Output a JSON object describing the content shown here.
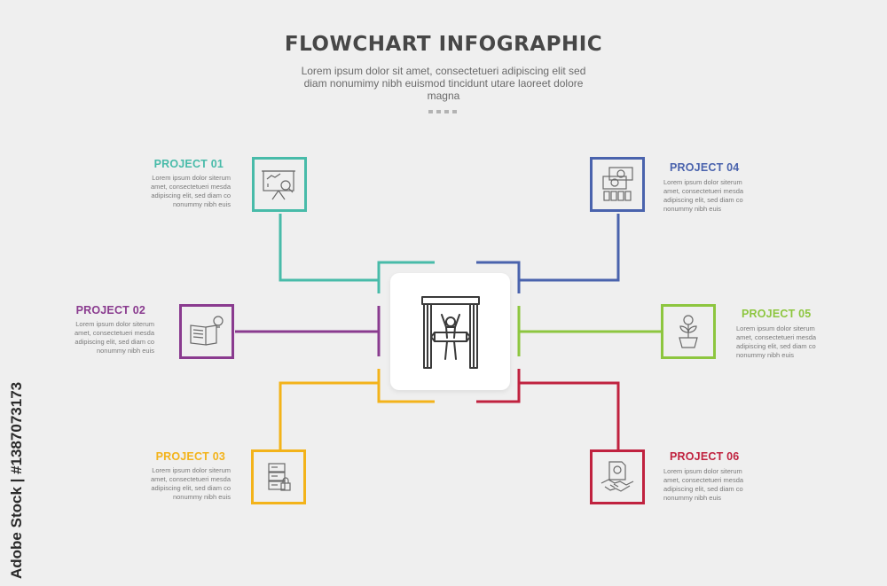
{
  "header": {
    "title": "FLOWCHART INFOGRAPHIC",
    "subtitle": "Lorem ipsum dolor sit amet, consectetueri adipiscing elit sed diam nonumimy nibh euismod tincidunt utare laoreet dolore magna"
  },
  "projects": [
    {
      "label": "PROJECT 01",
      "text": "Lorem ipsum dolor siterum amet, consectetueri mesda adipiscing elit, sed diam co nonummy nibh euis",
      "color": "#48bba9",
      "icon": "presentation-analytics-icon"
    },
    {
      "label": "PROJECT 02",
      "text": "Lorem ipsum dolor siterum amet, consectetueri mesda adipiscing elit, sed diam co nonummy nibh euis",
      "color": "#8a3b8f",
      "icon": "book-lightbulb-icon"
    },
    {
      "label": "PROJECT 03",
      "text": "Lorem ipsum dolor siterum amet, consectetueri mesda adipiscing elit, sed diam co nonummy nibh euis",
      "color": "#f3b31a",
      "icon": "server-lock-icon"
    },
    {
      "label": "PROJECT 04",
      "text": "Lorem ipsum dolor siterum amet, consectetueri mesda adipiscing elit, sed diam co nonummy nibh euis",
      "color": "#4a63ad",
      "icon": "money-bills-icon"
    },
    {
      "label": "PROJECT 05",
      "text": "Lorem ipsum dolor siterum amet, consectetueri mesda adipiscing elit, sed diam co nonummy nibh euis",
      "color": "#8dc63f",
      "icon": "money-plant-icon"
    },
    {
      "label": "PROJECT 06",
      "text": "Lorem ipsum dolor siterum amet, consectetueri mesda adipiscing elit, sed diam co nonummy nibh euis",
      "color": "#c0223f",
      "icon": "handshake-document-icon"
    }
  ],
  "center": {
    "icon": "finish-line-winner-icon"
  },
  "watermark": {
    "text": "Adobe Stock | #1387073173"
  }
}
